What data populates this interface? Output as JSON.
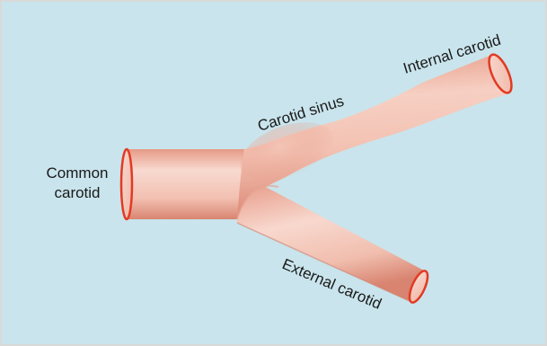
{
  "colors": {
    "panel_background": "#c9e4ec",
    "border": "#d9d9d9",
    "vessel_light": "#f7d6ca",
    "vessel_mid": "#eba38f",
    "vessel_dark": "#d4705d",
    "vessel_opening_rim": "#e23a24"
  },
  "labels": {
    "internal": "Internal carotid",
    "sinus": "Carotid sinus",
    "common_line1": "Common",
    "common_line2": "carotid",
    "external": "External carotid"
  }
}
